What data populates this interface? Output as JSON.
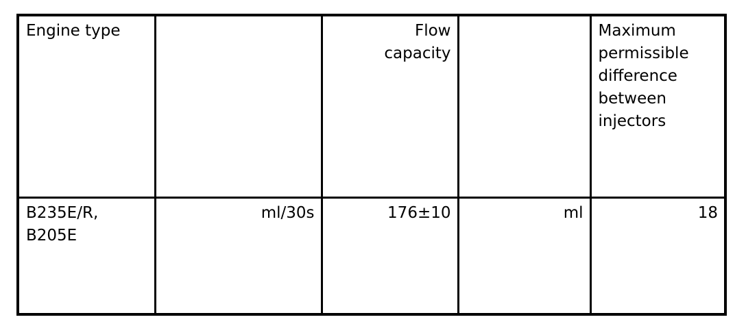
{
  "page": {
    "background_color": "#ffffff",
    "border_color": "#000000",
    "text_color": "#000000"
  },
  "table": {
    "header": {
      "engine_type": "Engine type",
      "unit_blank": "",
      "flow_capacity": "Flow\ncapacity",
      "unit_blank_2": "",
      "max_difference": "Maximum permissible difference between injectors"
    },
    "row": {
      "engine_type": "B235E/R,\nB205E",
      "unit": "ml/30s",
      "flow_capacity": "176±10",
      "unit_2": "ml",
      "max_difference": "18"
    }
  },
  "chart_data": {
    "type": "table",
    "columns": [
      "Engine type",
      "",
      "Flow capacity",
      "",
      "Maximum permissible difference between injectors"
    ],
    "rows": [
      [
        "B235E/R, B205E",
        "ml/30s",
        "176±10",
        "ml",
        "18"
      ]
    ]
  }
}
